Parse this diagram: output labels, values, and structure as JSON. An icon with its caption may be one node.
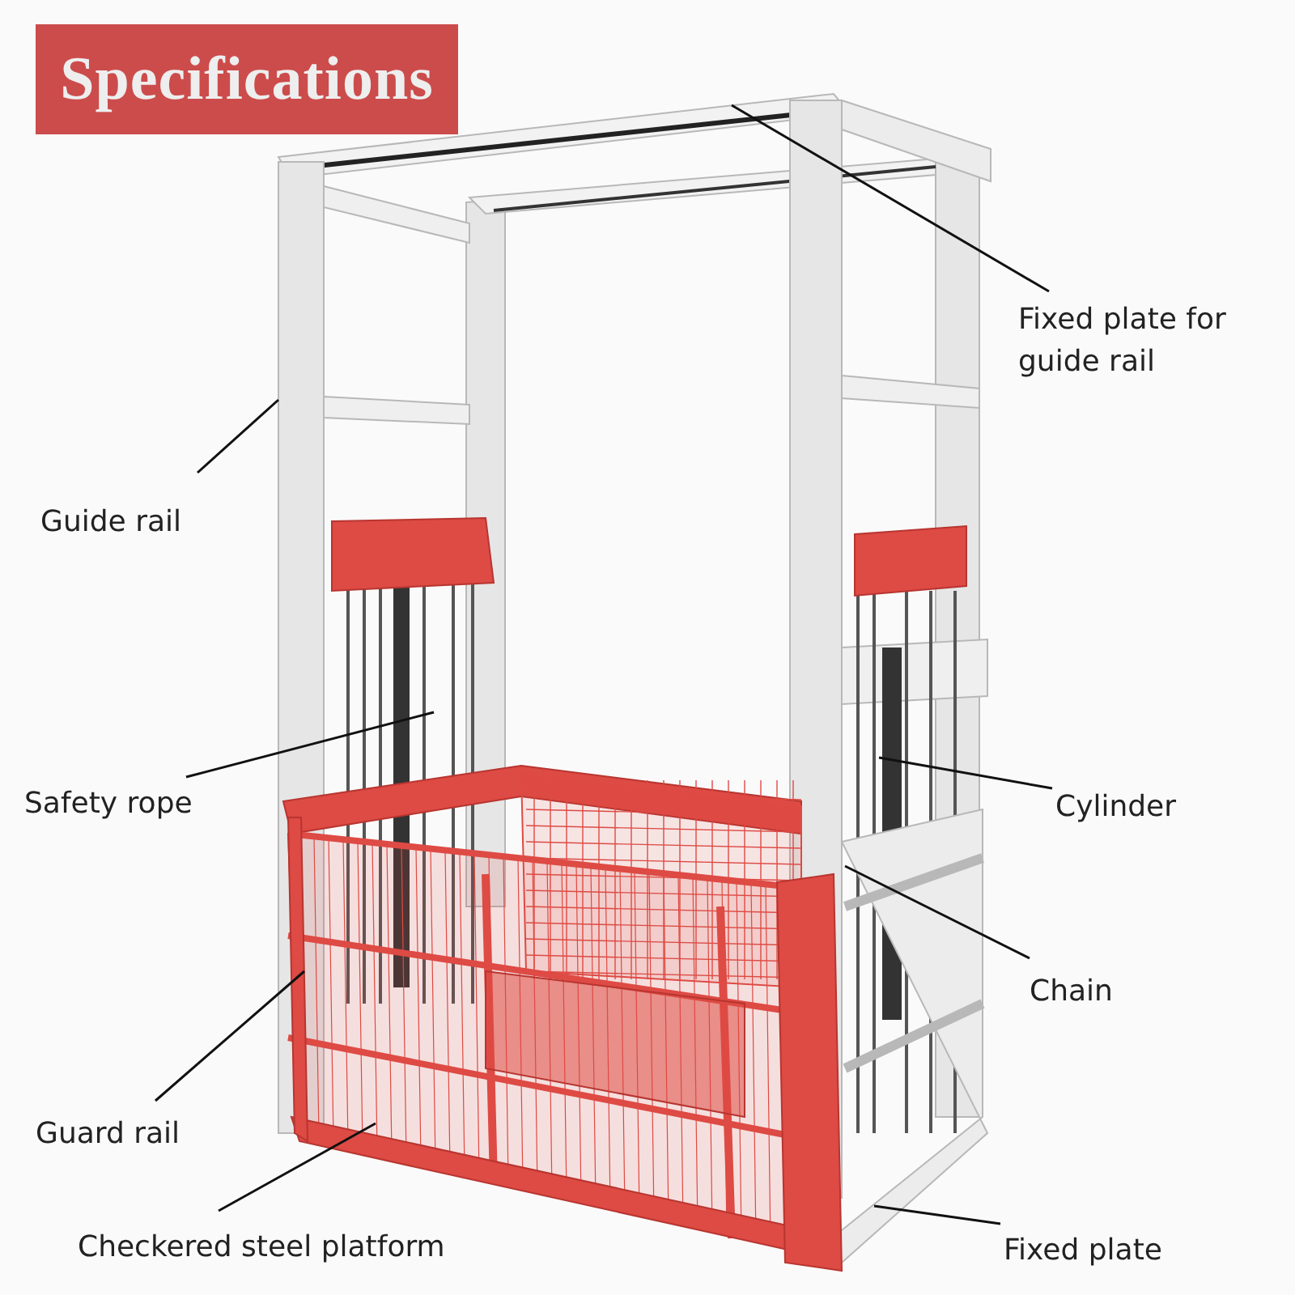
{
  "diagram": {
    "title": "Specifications",
    "nodes": [
      {
        "text": [
          "Fixed plate for guide rail"
        ]
      },
      {
        "text": [
          "Guide rail"
        ]
      },
      {
        "text": [
          "Safety rope"
        ]
      },
      {
        "text": [
          "Cylinder"
        ]
      },
      {
        "text": [
          "Chain"
        ]
      },
      {
        "text": [
          "Guard rail"
        ]
      },
      {
        "text": [
          "Checkered steel platform"
        ]
      },
      {
        "text": [
          "Fixed plate"
        ]
      }
    ],
    "edges": [
      {
        "from": 0,
        "to": null,
        "arrow": "none"
      },
      {
        "from": 1,
        "to": null,
        "arrow": "none"
      },
      {
        "from": 2,
        "to": null,
        "arrow": "none"
      },
      {
        "from": 3,
        "to": null,
        "arrow": "none"
      },
      {
        "from": 4,
        "to": null,
        "arrow": "none"
      },
      {
        "from": 5,
        "to": null,
        "arrow": "none"
      },
      {
        "from": 6,
        "to": null,
        "arrow": "none"
      },
      {
        "from": 7,
        "to": null,
        "arrow": "none"
      }
    ]
  }
}
